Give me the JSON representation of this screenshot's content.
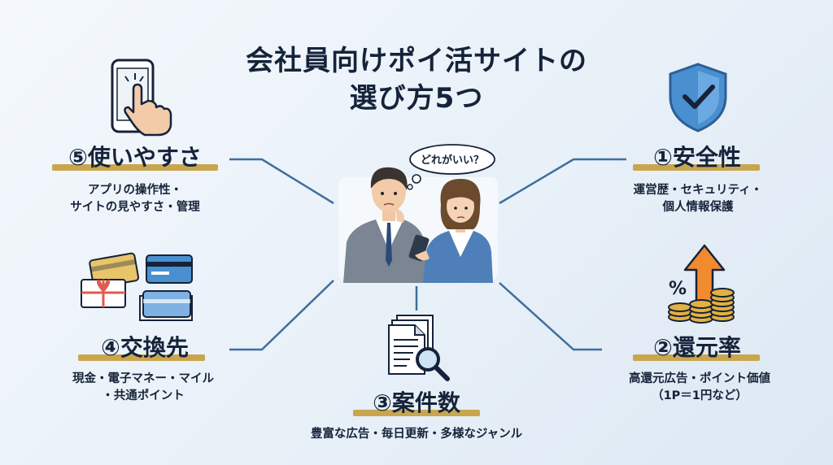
{
  "title": {
    "line1": "会社員向けポイ活サイトの",
    "line2": "選び方5つ"
  },
  "bubble": "どれがいい？",
  "points": [
    {
      "heading": "①安全性",
      "desc1": "運営歴・セキュリティ・",
      "desc2": "個人情報保護",
      "icon": "shield-check-icon"
    },
    {
      "heading": "②還元率",
      "desc1": "高還元広告・ポイント価値",
      "desc2": "（1P＝1円など）",
      "icon": "coins-percent-arrow-icon"
    },
    {
      "heading": "③案件数",
      "desc1": "豊富な広告・毎日更新・多様なジャンル",
      "icon": "documents-magnifier-icon"
    },
    {
      "heading": "④交換先",
      "desc1": "現金・電子マネー・マイル",
      "desc2": "・共通ポイント",
      "icon": "cards-gift-icon"
    },
    {
      "heading": "⑤使いやすさ",
      "desc1": "アプリの操作性・",
      "desc2": "サイトの見やすさ・管理",
      "icon": "smartphone-tap-icon"
    }
  ],
  "colors": {
    "accent": "#c9a64e",
    "line": "#3d6f9e",
    "shield": "#4a8fd0",
    "arrow": "#f28a2e",
    "coin": "#e3b13f"
  }
}
